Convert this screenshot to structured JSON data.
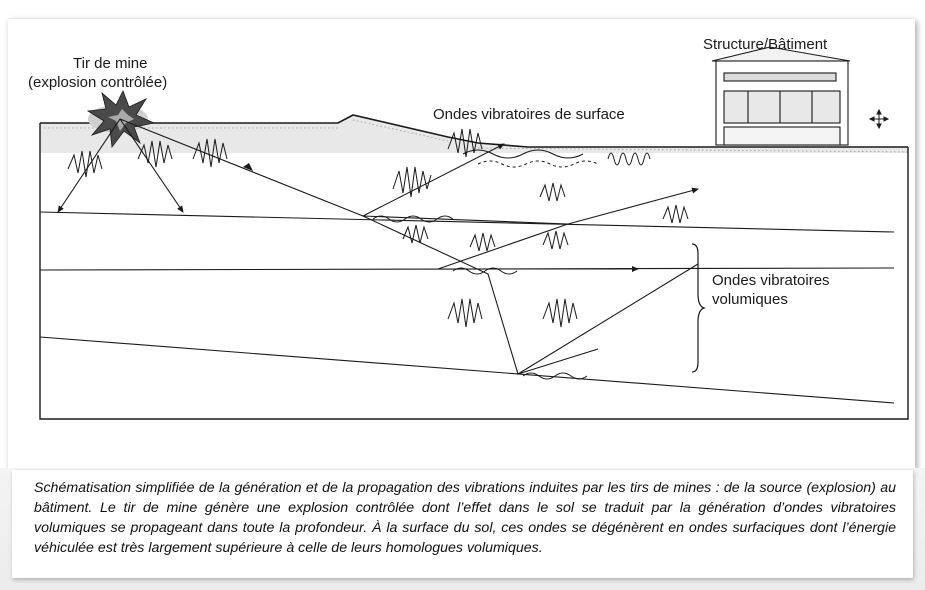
{
  "diagram": {
    "labels": {
      "blast_line1": "Tir de mine",
      "blast_line2": "(explosion contrôlée)",
      "building": "Structure/Bâtiment",
      "surface_waves": "Ondes vibratoires de surface",
      "volume_waves_line1": "Ondes vibratoires",
      "volume_waves_line2": "volumiques"
    },
    "colors": {
      "ink": "#1a1a1a",
      "explosion": "#444444",
      "ground": "#bbbbbb"
    }
  },
  "caption": "Schématisation simplifiée de la génération et de la propagation des vibrations induites par les tirs de mines : de la source (explosion) au bâtiment. Le tir de mine génère une explosion contrôlée dont l’effet dans le sol se traduit par la génération d’ondes vibratoires volumiques se propageant dans toute la profondeur. À la surface du sol, ces ondes se dégénèrent en ondes surfaciques dont l’énergie véhiculée est très largement supérieure à celle de leurs homologues volumiques."
}
